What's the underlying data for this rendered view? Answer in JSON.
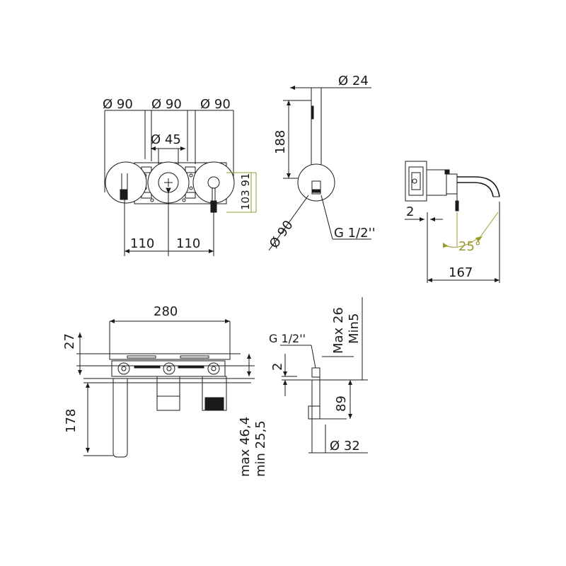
{
  "colors": {
    "line": "#1a1a1a",
    "accent": "#9a9a2c",
    "background": "#ffffff"
  },
  "front_view": {
    "dia_left": "Ø 90",
    "dia_middle": "Ø 90",
    "dia_right": "Ø 90",
    "dia_center": "Ø 45",
    "spacing_left": "110",
    "spacing_right": "110",
    "handle_dims": "103 91"
  },
  "side_view": {
    "dia_handshower": "Ø 24",
    "height": "188",
    "dia_plate": "Ø 90",
    "thread": "G 1/2''"
  },
  "profile_view": {
    "offset": "2",
    "angle": "25°",
    "projection": "167"
  },
  "top_view": {
    "width": "280",
    "depth": "27",
    "spout_height": "178",
    "range_max": "max 46,4",
    "range_min": "min 25,5"
  },
  "section_view": {
    "thread": "G 1/2''",
    "range_max": "Max 26",
    "range_min": "Min5",
    "offset": "2",
    "height": "89",
    "diameter": "Ø 32"
  }
}
